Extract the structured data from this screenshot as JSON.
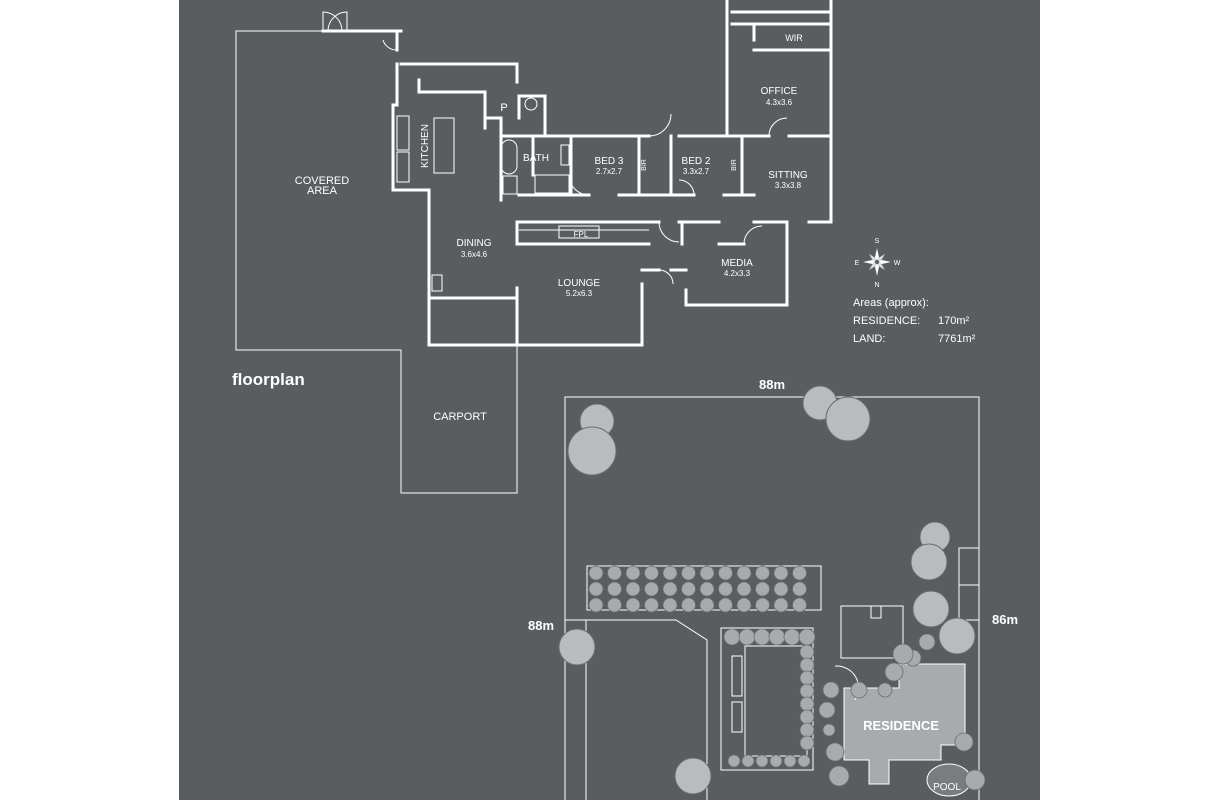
{
  "title": "floorplan",
  "rooms": {
    "covered_area_1": "COVERED",
    "covered_area_2": "AREA",
    "kitchen": "KITCHEN",
    "pantry": "P",
    "bath": "BATH",
    "bed3": "BED 3",
    "bed3_size": "2.7x2.7",
    "bir1": "BIR",
    "bed2": "BED 2",
    "bed2_size": "3.3x2.7",
    "bir2": "BIR",
    "office": "OFFICE",
    "office_size": "4.3x3.6",
    "wir": "WIR",
    "sitting": "SITTING",
    "sitting_size": "3.3x3.8",
    "dining": "DINING",
    "dining_size": "3.6x4.6",
    "fpl": "FPL",
    "lounge": "LOUNGE",
    "lounge_size": "5.2x6.3",
    "media": "MEDIA",
    "media_size": "4.2x3.3",
    "carport": "CARPORT"
  },
  "compass": {
    "n": "N",
    "s": "S",
    "e": "E",
    "w": "W"
  },
  "areas": {
    "heading": "Areas (approx):",
    "residence_label": "RESIDENCE:",
    "residence_value": "170m²",
    "land_label": "LAND:",
    "land_value": "7761m²"
  },
  "site": {
    "top_dim": "88m",
    "left_dim": "88m",
    "right_dim": "86m",
    "residence": "RESIDENCE",
    "pool": "POOL"
  }
}
